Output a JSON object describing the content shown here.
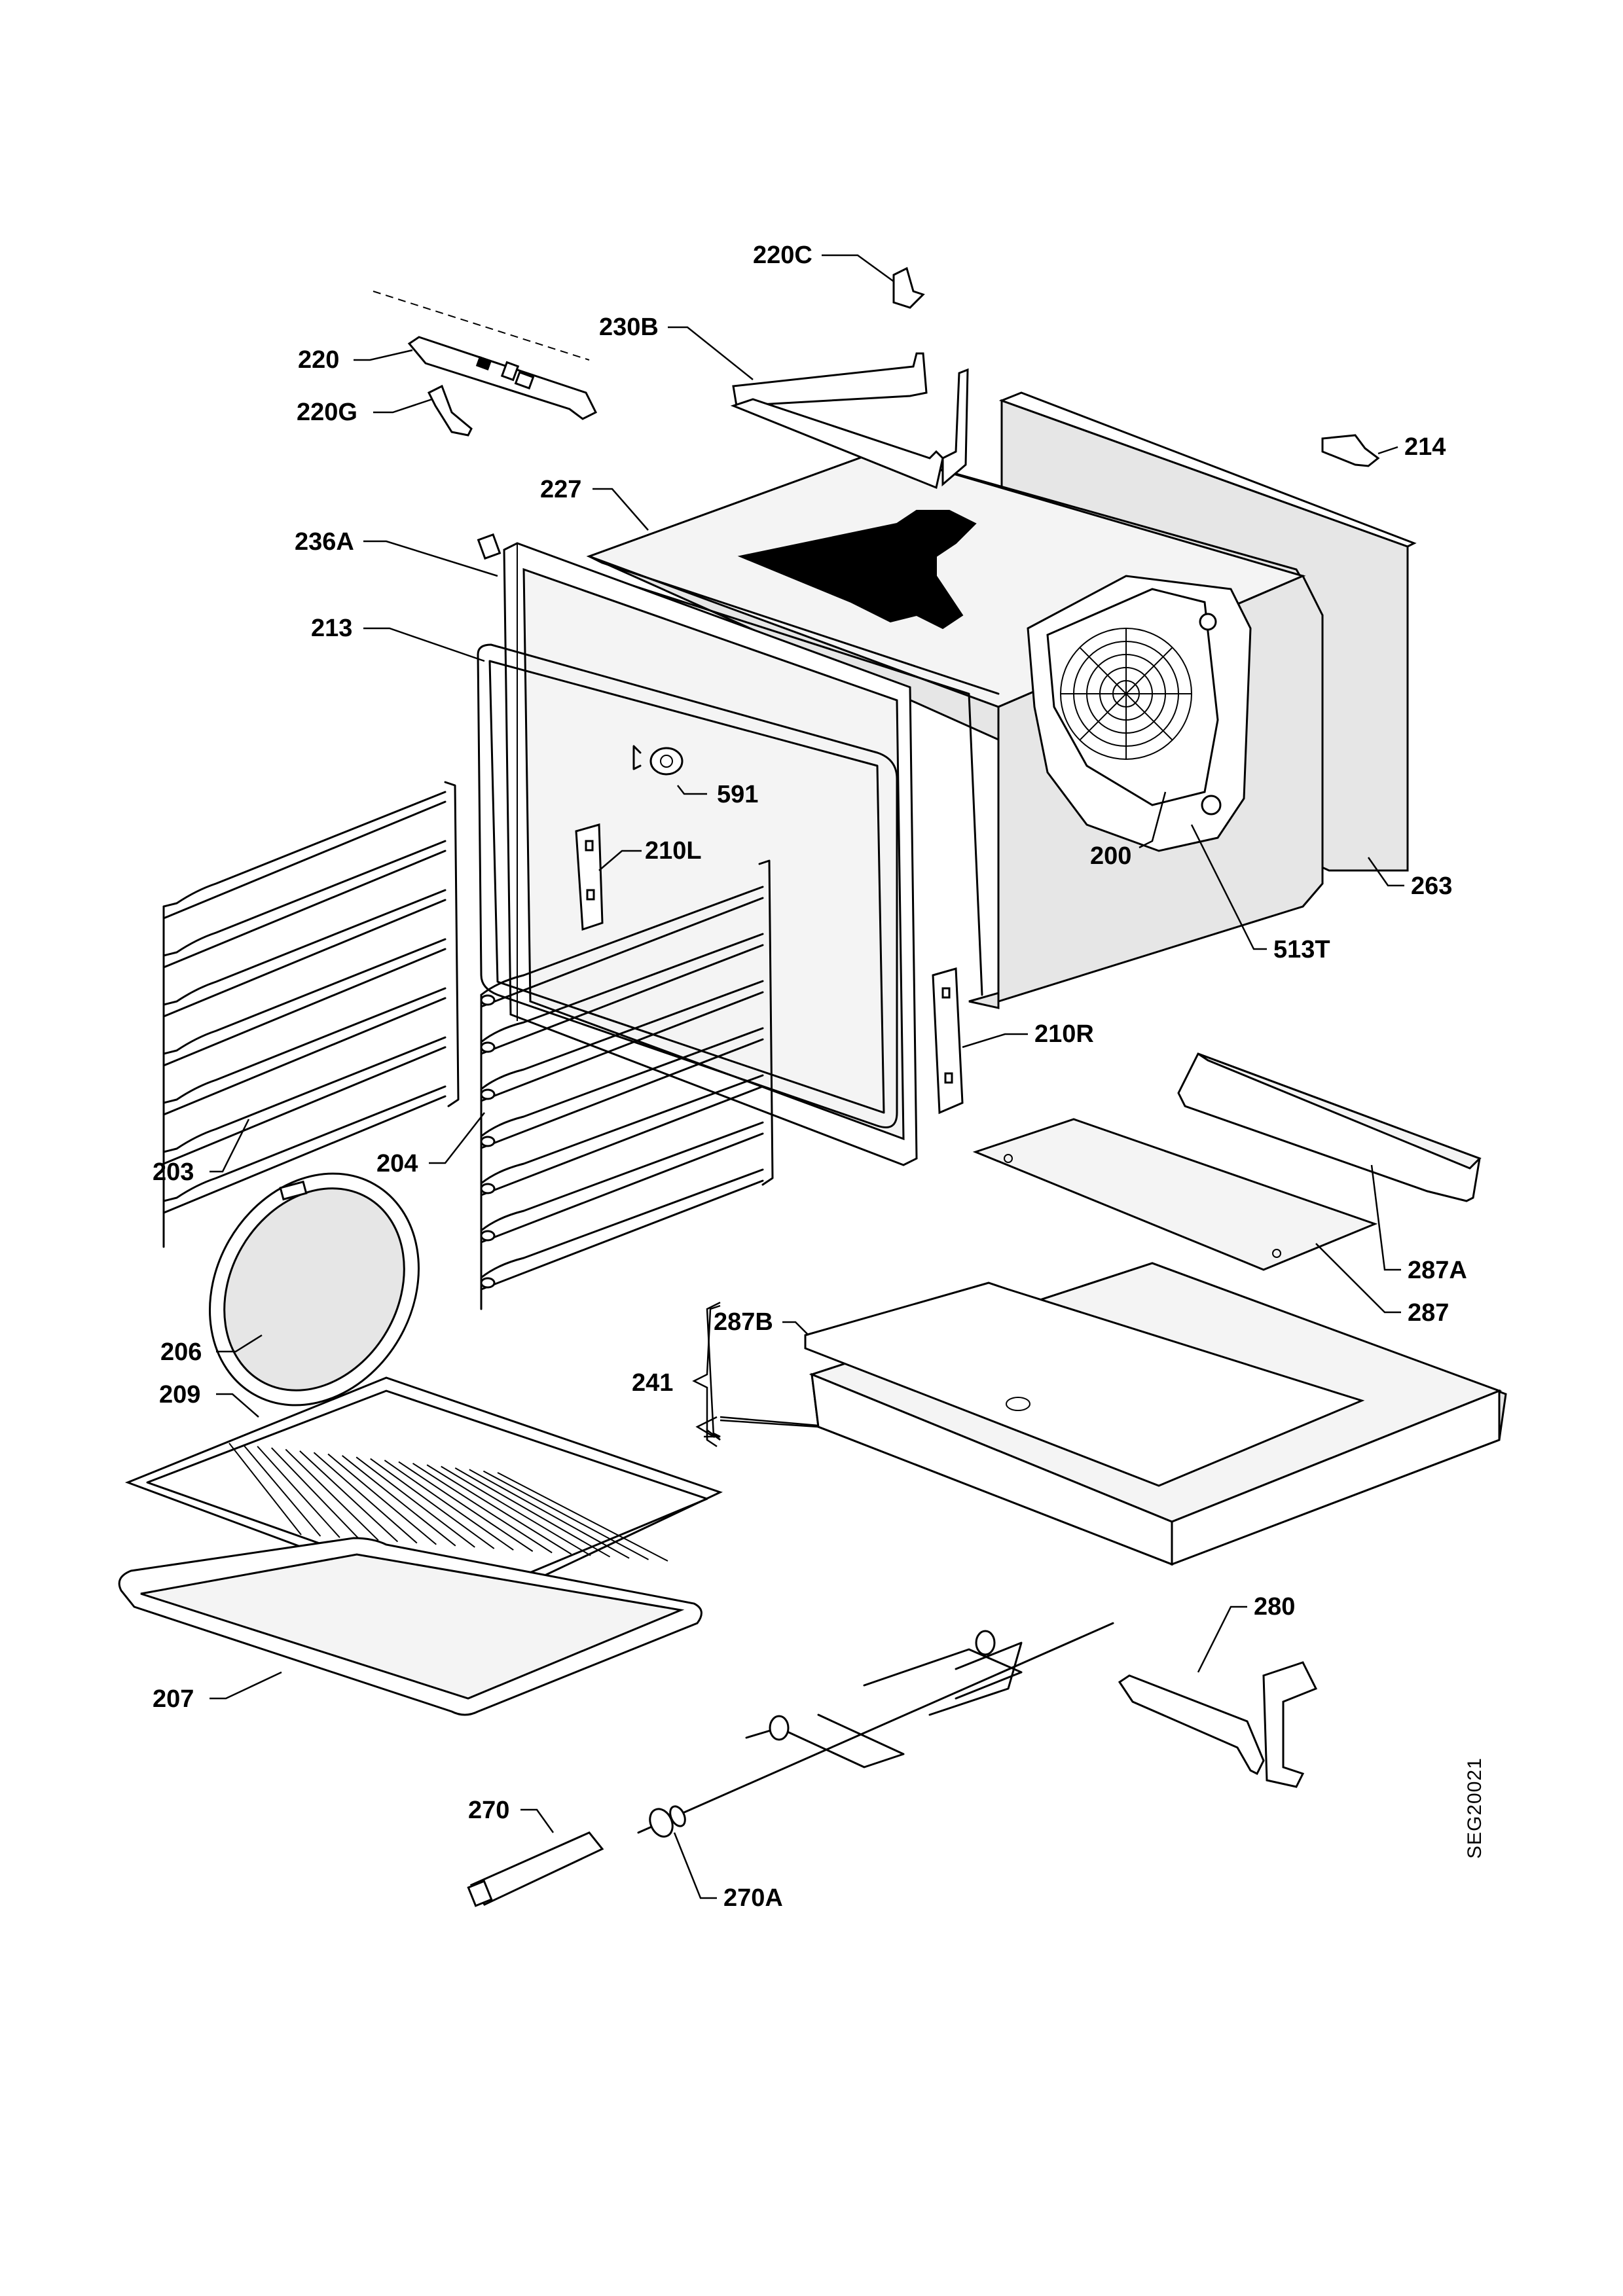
{
  "parts": {
    "220C": "220C",
    "230B": "230B",
    "220": "220",
    "220G": "220G",
    "214": "214",
    "227": "227",
    "236A": "236A",
    "213": "213",
    "591": "591",
    "210L": "210L",
    "200": "200",
    "263": "263",
    "513T": "513T",
    "210R": "210R",
    "203": "203",
    "204": "204",
    "287A": "287A",
    "287": "287",
    "206": "206",
    "287B": "287B",
    "241": "241",
    "209": "209",
    "280": "280",
    "207": "207",
    "270": "270",
    "270A": "270A"
  },
  "drawing_code": "SEG20021"
}
